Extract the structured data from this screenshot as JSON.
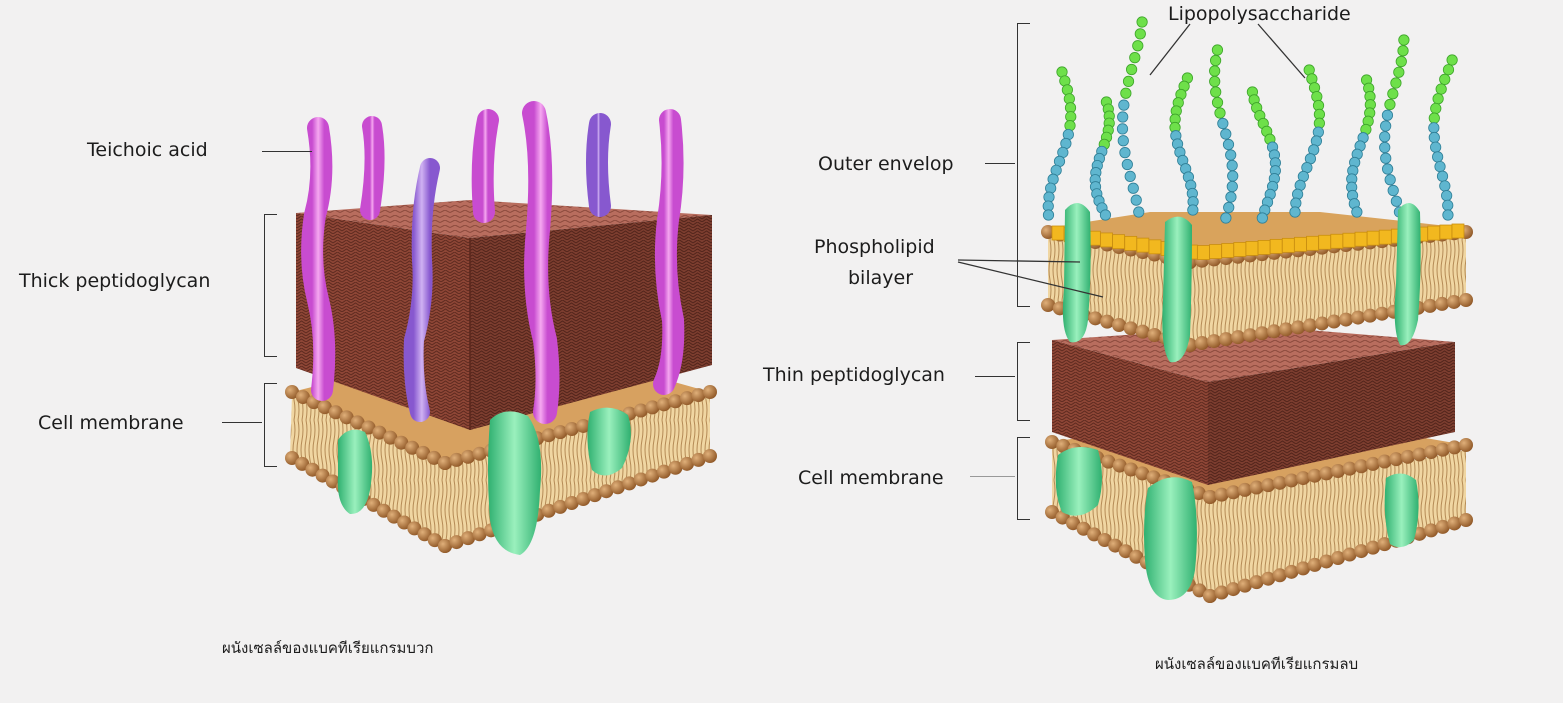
{
  "gram_positive": {
    "labels": {
      "teichoic_acid": "Teichoic acid",
      "thick_peptidoglycan": "Thick peptidoglycan",
      "cell_membrane": "Cell membrane"
    },
    "caption": "ผนังเซลล์ของแบคทีเรียแกรมบวก"
  },
  "gram_negative": {
    "labels": {
      "lipopolysaccharide": "Lipopolysaccharide",
      "outer_envelop": "Outer envelop",
      "phospholipid_line1": "Phospholipid",
      "phospholipid_line2": "bilayer",
      "thin_peptidoglycan": "Thin  peptidoglycan",
      "cell_membrane": "Cell membrane"
    },
    "caption": "ผนังเซลล์ของแบคทีเรียแกรมลบ"
  },
  "colors": {
    "background": "#f2f1f1",
    "peptidoglycan": "#8a4433",
    "lipid_head": "#b27a40",
    "lipid_tail": "#e6c58a",
    "protein": "#4fd18a",
    "teichoic_pink": "#e16be0",
    "teichoic_violet": "#a77be0",
    "lps_green": "#6ee04a",
    "lps_blue": "#5fb6cf",
    "outer_yellow": "#f2b81f"
  }
}
